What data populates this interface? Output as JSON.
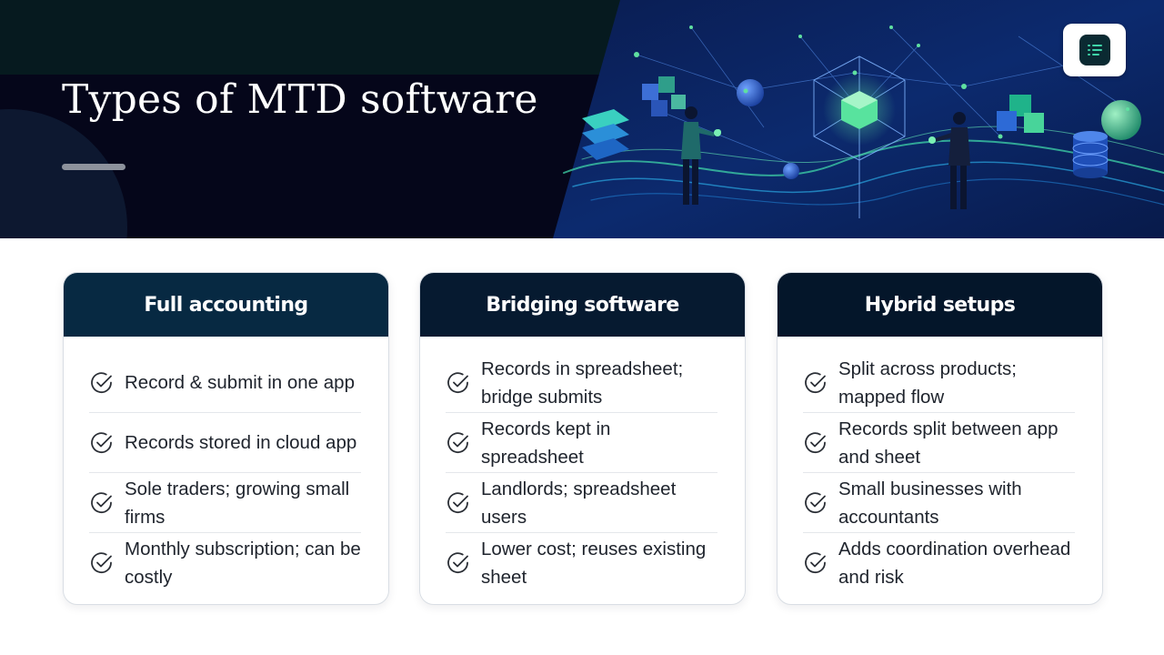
{
  "header": {
    "title": "Types of MTD software"
  },
  "colors": {
    "header_dark": "#05061a",
    "card1_header": "#072942",
    "card2_header": "#061a30",
    "card3_header": "#04162a",
    "check_stroke": "#2b2f36",
    "accent_green": "#3fd4a8"
  },
  "icons": {
    "logo": "list-logo-icon",
    "bullet": "check-circle-icon"
  },
  "cards": [
    {
      "title": "Full accounting",
      "items": [
        "Record & submit in one app",
        "Records stored in cloud app",
        "Sole traders; growing small firms",
        "Monthly subscription; can be costly"
      ]
    },
    {
      "title": "Bridging software",
      "items": [
        "Records in spreadsheet; bridge submits",
        "Records kept in spreadsheet",
        "Landlords; spreadsheet users",
        "Lower cost; reuses existing sheet"
      ]
    },
    {
      "title": "Hybrid setups",
      "items": [
        "Split across products; mapped flow",
        "Records split between app and sheet",
        "Small businesses with accountants",
        "Adds coordination overhead and risk"
      ]
    }
  ]
}
